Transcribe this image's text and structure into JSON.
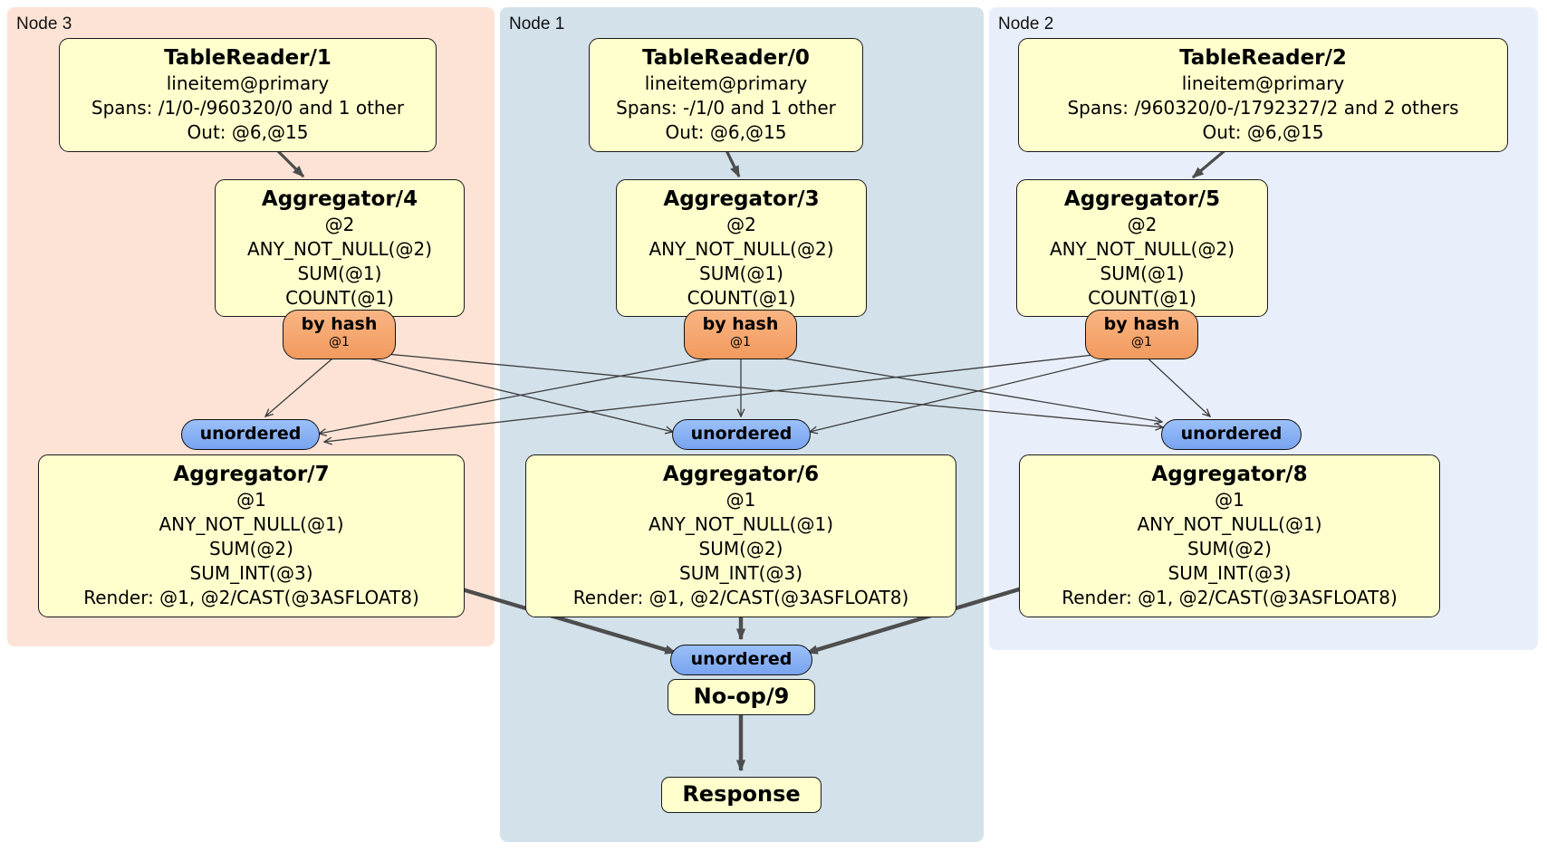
{
  "regions": {
    "node3": {
      "label": "Node 3"
    },
    "node1": {
      "label": "Node 1"
    },
    "node2": {
      "label": "Node 2"
    }
  },
  "processors": {
    "tr1": {
      "title": "TableReader/1",
      "lines": [
        "lineitem@primary",
        "Spans: /1/0-/960320/0 and 1 other",
        "Out: @6,@15"
      ]
    },
    "tr0": {
      "title": "TableReader/0",
      "lines": [
        "lineitem@primary",
        "Spans: -/1/0 and 1 other",
        "Out: @6,@15"
      ]
    },
    "tr2": {
      "title": "TableReader/2",
      "lines": [
        "lineitem@primary",
        "Spans: /960320/0-/1792327/2 and 2 others",
        "Out: @6,@15"
      ]
    },
    "agg4": {
      "title": "Aggregator/4",
      "lines": [
        "@2",
        "ANY_NOT_NULL(@2)",
        "SUM(@1)",
        "COUNT(@1)"
      ]
    },
    "agg3": {
      "title": "Aggregator/3",
      "lines": [
        "@2",
        "ANY_NOT_NULL(@2)",
        "SUM(@1)",
        "COUNT(@1)"
      ]
    },
    "agg5": {
      "title": "Aggregator/5",
      "lines": [
        "@2",
        "ANY_NOT_NULL(@2)",
        "SUM(@1)",
        "COUNT(@1)"
      ]
    },
    "agg7": {
      "title": "Aggregator/7",
      "lines": [
        "@1",
        "ANY_NOT_NULL(@1)",
        "SUM(@2)",
        "SUM_INT(@3)",
        "Render: @1, @2/CAST(@3ASFLOAT8)"
      ]
    },
    "agg6": {
      "title": "Aggregator/6",
      "lines": [
        "@1",
        "ANY_NOT_NULL(@1)",
        "SUM(@2)",
        "SUM_INT(@3)",
        "Render: @1, @2/CAST(@3ASFLOAT8)"
      ]
    },
    "agg8": {
      "title": "Aggregator/8",
      "lines": [
        "@1",
        "ANY_NOT_NULL(@1)",
        "SUM(@2)",
        "SUM_INT(@3)",
        "Render: @1, @2/CAST(@3ASFLOAT8)"
      ]
    },
    "noop": {
      "title": "No-op/9"
    },
    "response": {
      "title": "Response"
    }
  },
  "router": {
    "label": "by hash",
    "tag": "@1"
  },
  "sync": {
    "label": "unordered"
  },
  "colors": {
    "node3_bg": "#fce3d6",
    "node1_bg": "#d3e1ea",
    "node2_bg": "#e9effa",
    "box_fill": "#ffffce",
    "router_fill": "#f6a66a",
    "sync_fill": "#84acf2",
    "edge": "#4d4d4d"
  }
}
